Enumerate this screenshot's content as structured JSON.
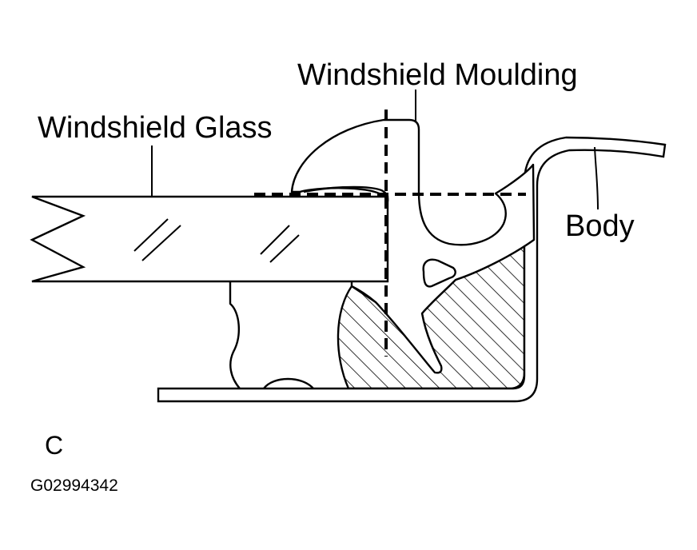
{
  "labels": {
    "moulding": "Windshield Moulding",
    "glass": "Windshield Glass",
    "body": "Body",
    "view": "C",
    "figure_code": "G02994342"
  },
  "colors": {
    "stroke": "#000000",
    "background": "#ffffff"
  }
}
